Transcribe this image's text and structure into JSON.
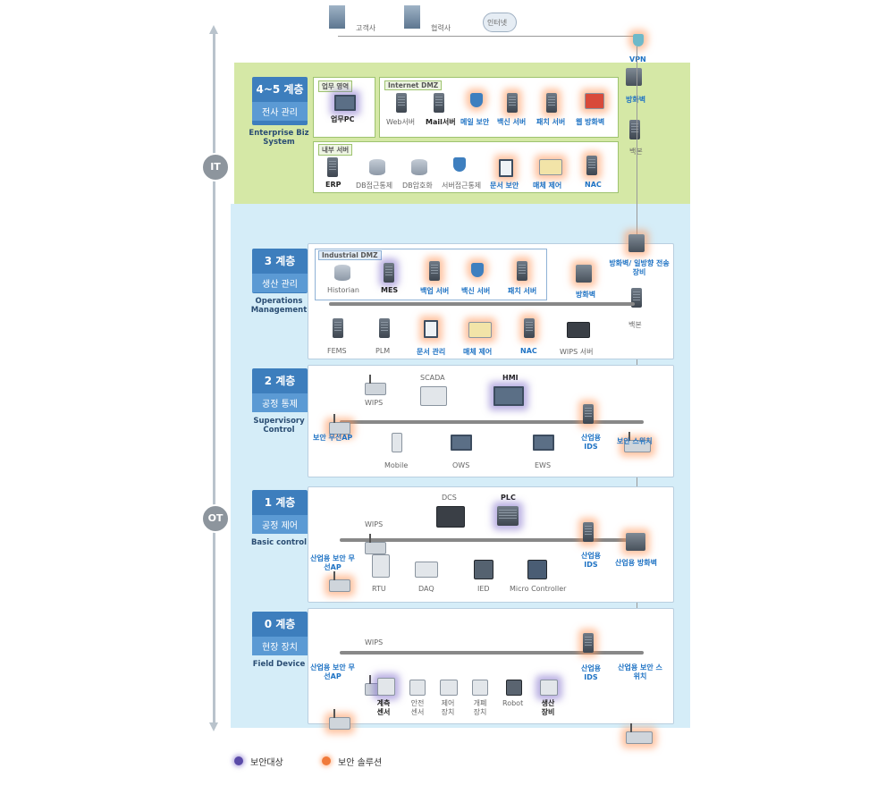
{
  "top": {
    "customer": "고객사",
    "partner": "협력사",
    "internet": "인터넷",
    "vpn": "VPN"
  },
  "side": {
    "it": "IT",
    "ot": "OT"
  },
  "layer45": {
    "num": "4~5 계층",
    "sub": "전사 관리",
    "en": "Enterprise Biz System",
    "zone_work": "업무 영역",
    "zone_dmz": "Internet DMZ",
    "zone_internal": "내부 서버",
    "work_pc": "업무PC",
    "dmz": [
      "Web서버",
      "Mail서버",
      "메일 보안",
      "백신 서버",
      "패치 서버",
      "웹 방화벽"
    ],
    "firewall": "방화벽",
    "backbone": "백본",
    "internal": [
      "ERP",
      "DB접근통제",
      "DB암호화",
      "서버접근통제",
      "문서 보안",
      "매체 제어",
      "NAC"
    ]
  },
  "layer3": {
    "num": "3 계층",
    "sub": "생산 관리",
    "en": "Operations Management",
    "zone_dmz": "Industrial DMZ",
    "dmz": [
      "Historian",
      "MES",
      "백업 서버",
      "백신 서버",
      "패치 서버"
    ],
    "firewall": "방화벽",
    "fw_oneway": "방화벽/ 일방향 전송장비",
    "backbone": "백본",
    "bottom": [
      "FEMS",
      "PLM",
      "문서 관리",
      "매체 제어",
      "NAC",
      "WIPS 서버"
    ]
  },
  "layer2": {
    "num": "2 계층",
    "sub": "공정 통제",
    "en": "Supervisory Control",
    "items": [
      "WIPS",
      "SCADA",
      "HMI",
      "보안 무선AP",
      "산업용 IDS",
      "보안 스위치",
      "Mobile",
      "OWS",
      "EWS"
    ]
  },
  "layer1": {
    "num": "1 계층",
    "sub": "공정 제어",
    "en": "Basic control",
    "items": [
      "WIPS",
      "DCS",
      "PLC",
      "산업용 보안 무선AP",
      "산업용 IDS",
      "산업용 방화벽",
      "RTU",
      "DAQ",
      "IED",
      "Micro Controller"
    ]
  },
  "layer0": {
    "num": "0 계층",
    "sub": "현장 장치",
    "en": "Field Device",
    "items": [
      "WIPS",
      "산업용 보안 무선AP",
      "산업용 IDS",
      "산업용 보안 스위치",
      "계측 센서",
      "안전 센서",
      "제어 장치",
      "개폐 장치",
      "Robot",
      "생산 장비"
    ]
  },
  "legend": {
    "target": "보안대상",
    "solution": "보안 솔루션",
    "target_color": "#5a4aa8",
    "solution_color": "#f07a3a"
  }
}
